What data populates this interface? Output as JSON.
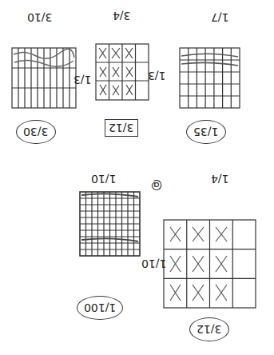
{
  "diagram": {
    "nodes": [
      {
        "text": [
          "3/30"
        ]
      },
      {
        "text": [
          "3/12"
        ]
      },
      {
        "text": [
          "1/35"
        ]
      },
      {
        "text": [
          "1/100"
        ]
      },
      {
        "text": [
          "3/12"
        ]
      }
    ],
    "labels": [
      "3/10",
      "1/3",
      "3/4",
      "1/3",
      "1/7",
      "1/10",
      "1/10",
      "1/4",
      "@"
    ]
  }
}
